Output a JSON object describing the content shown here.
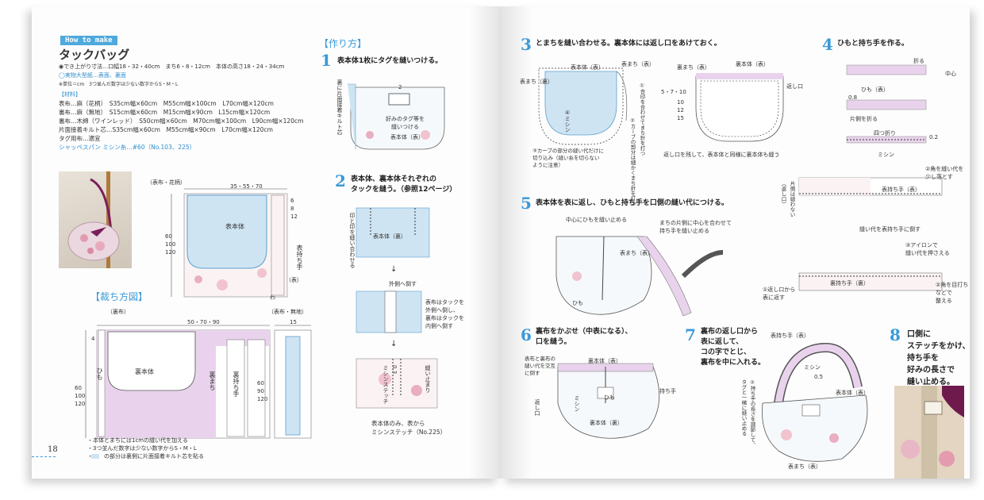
{
  "left_page": {
    "badge": "How to make",
    "title": "タックバッグ",
    "finished_size": "◉でき上がり寸法…口幅18・32・40cm　まち6・8・12cm　本体の高さ18・24・34cm",
    "pattern_note": "◯実物大型紙…表面、裏面",
    "unit_note": "※単位＝cm　3つ並んだ数字は少ない数字からS・M・L",
    "materials_header": "【材料】",
    "materials": [
      "表布…麻（花柄）　S35cm幅×60cm　M55cm幅×100cm　L70cm幅×120cm",
      "裏布…麻（無地）　S15cm幅×60cm　M15cm幅×90cm　L15cm幅×120cm",
      "裏布…木綿（ワインレッド）　S50cm幅×60cm　M70cm幅×100cm　L90cm幅×120cm",
      "片面接着キルト芯…S35cm幅×60cm　M55cm幅×90cm　L70cm幅×120cm",
      "タグ用布…適宜",
      "シャッペスパン ミシン糸…#60（No.103、225）"
    ],
    "cutting_header": "【裁ち方図】",
    "outer_label": "（表布・花柄）",
    "outer_width": "35・55・70",
    "outer_heights": "60\n100\n120",
    "outer_dims": "6\n8\n12",
    "outer_body": "表本体",
    "outer_handle": "表持ち手",
    "face": "（表）",
    "lining_label": "（裏布）",
    "lining_width": "50・70・90",
    "lining_body": "裏本体",
    "lining_gusset": "裏まち",
    "lining_handle": "裏持ち手",
    "lining_heights": "60\n100\n120",
    "plain_label": "（表布・無地）",
    "plain_width": "15",
    "plain_heights": "60\n90\n120",
    "wa": "わ",
    "himo": "ひも",
    "four": "4",
    "notes": [
      "・本体とまちには1cmの縫い代を加える",
      "・3つ並んだ数字は少ない数字からS・M・L",
      "・　　の部分は裏側に片面接着キルト芯を貼る"
    ],
    "page_number": "18"
  },
  "middle": {
    "header": "【作り方】",
    "step1_num": "1",
    "step1_text": "表本体1枚にタグを縫いつける。",
    "step1_side": "裏に片面接着キルト芯",
    "step1_tag": "好みのタグ等を\n縫いつける",
    "step1_body": "表本体（表）",
    "step1_two": "2",
    "step2_num": "2",
    "step2_text": "表本体、裏本体それぞれの\nタックを縫う。（参照12ページ）",
    "step2_a": "印と印を縫い合わせる",
    "step2_body_back": "表本体（裏）",
    "step2_out": "外側へ倒す",
    "step2_fold": "表布はタックを\n外側へ倒し、\n裏布はタックを\n内側へ倒す",
    "step2_stitch": "0.3\nミシンステッチ",
    "step2_stop": "縫い止まり",
    "step2_caption": "表本体のみ、表から\nミシンステッチ（No.225）"
  },
  "right_page": {
    "step3_num": "3",
    "step3_text": "とまちを縫い合わせる。裏本体には返し口をあけておく。",
    "step3_labels": [
      "表本体（表）",
      "表まち（表）",
      "表まち（裏）",
      "裏まち（表）",
      "裏本体（表）",
      "返し口"
    ],
    "step3_note1": "①合印を合わせてまち針を打つ",
    "step3_note2": "②カーブの部分は細かくまち針を打つ",
    "step3_note3": "③カーブの部分の縫い代だけに\n切り込み（縫い糸を切らない\nように注意）",
    "step3_mishin": "④ミシン",
    "step3_sizes": "5・7・10",
    "step3_sizes2": "10\n12\n15",
    "step3_back": "返し口を残して、表本体と同様に裏本体も縫う",
    "step4_num": "4",
    "step4_text": "ひもと持ち手を作る。",
    "step4_fold": "折る",
    "step4_center": "中心",
    "step4_himo": "ひも（表）",
    "step4_dim": "0.8",
    "step4_both": "片側を折る",
    "step4_four": "四つ折り",
    "step4_mishin": "ミシン",
    "step4_02": "0.2",
    "step4_handle": "表持ち手（表）",
    "step4_handle_back": "裏持ち手（裏）",
    "step4_keep": "片側は縫わない\n（返し口）",
    "step4_corner": "②角を縫い代を\n少し落とす",
    "step4_iron": "③アイロンで\n縫い代を押さえる",
    "step4_side": "縫い代を表持ち手に倒す",
    "step4_return": "①返し口から\n表に返す",
    "step4_pin": "②角を目打ち\nなどで\n整える",
    "step5_num": "5",
    "step5_text": "表本体を表に返し、ひもと持ち手を口側の縫い代につける。",
    "step5_a": "中心にひもを縫い止める",
    "step5_b": "まちの片側に中心を合わせて\n持ち手を縫い止める",
    "step6_num": "6",
    "step6_text": "裏布をかぶせ（中表になる）、\n口を縫う。",
    "step6_a": "表布と裏布の\n縫い代を交互\nに倒す",
    "step6_mishin": "ミシン",
    "step6_labels": [
      "裏本体（表）",
      "裏本体（裏）",
      "持ち手",
      "ひも",
      "返し口"
    ],
    "step7_num": "7",
    "step7_text": "裏布の返し口から\n表に返して、\nコの字でとじ、\n裏布を中に入れる。",
    "step7_note": "②持ち手の長さを調節して、\nタグと一緒に縫い止める",
    "step7_labels": [
      "表持ち手（表）",
      "ミシン",
      "0.5",
      "表本体（表）",
      "表まち（表）"
    ],
    "step8_num": "8",
    "step8_text": "口側に\nステッチをかけ、\n持ち手を\n好みの長さで\n縫い止める。"
  }
}
